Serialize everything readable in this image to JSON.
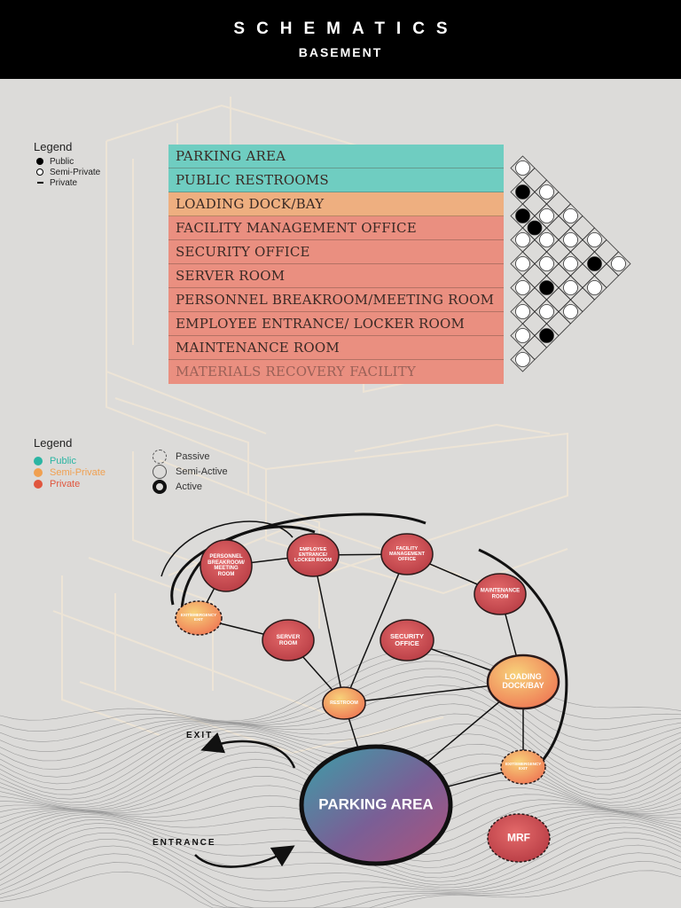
{
  "header": {
    "title": "SCHEMATICS",
    "subtitle": "BASEMENT"
  },
  "legend_privacy": {
    "title": "Legend",
    "items": [
      {
        "label": "Public",
        "symbol": "filled-dot"
      },
      {
        "label": "Semi-Private",
        "symbol": "open-dot"
      },
      {
        "label": "Private",
        "symbol": "dash"
      }
    ]
  },
  "rooms": [
    {
      "label": "PARKING AREA",
      "color": "#6fcdc1"
    },
    {
      "label": "PUBLIC RESTROOMS",
      "color": "#6fcdc1"
    },
    {
      "label": "LOADING DOCK/BAY",
      "color": "#eeaf80"
    },
    {
      "label": "FACILITY MANAGEMENT OFFICE",
      "color": "#ea8f80"
    },
    {
      "label": "SECURITY OFFICE",
      "color": "#ea8f80"
    },
    {
      "label": "SERVER ROOM",
      "color": "#ea8f80"
    },
    {
      "label": "PERSONNEL BREAKROOM/MEETING ROOM",
      "color": "#ea8f80"
    },
    {
      "label": "EMPLOYEE ENTRANCE/ LOCKER ROOM",
      "color": "#ea8f80"
    },
    {
      "label": "MAINTENANCE ROOM",
      "color": "#ea8f80"
    },
    {
      "label": "MATERIALS RECOVERY FACILITY",
      "color": "#ea8f80"
    }
  ],
  "legend_zones": {
    "title": "Legend",
    "items": [
      {
        "label": "Public",
        "color": "#2bb5a3"
      },
      {
        "label": "Semi-Private",
        "color": "#f0a050"
      },
      {
        "label": "Private",
        "color": "#e0563e"
      }
    ]
  },
  "legend_activity": {
    "items": [
      {
        "label": "Passive",
        "style": "dashed"
      },
      {
        "label": "Semi-Active",
        "style": "thin"
      },
      {
        "label": "Active",
        "style": "thick"
      }
    ]
  },
  "bubbles": [
    {
      "id": "personnel",
      "label": "PERSONNEL BREAKROOM/ MEETING ROOM",
      "kind": "private"
    },
    {
      "id": "employee",
      "label": "EMPLOYEE ENTRANCE/ LOCKER ROOM",
      "kind": "private"
    },
    {
      "id": "facility",
      "label": "FACILITY MANAGEMENT OFFICE",
      "kind": "private"
    },
    {
      "id": "maintenance",
      "label": "MAINTENANCE ROOM",
      "kind": "private"
    },
    {
      "id": "exit1",
      "label": "EXIT/EMERGENCY EXIT",
      "kind": "semi"
    },
    {
      "id": "server",
      "label": "SERVER ROOM",
      "kind": "private"
    },
    {
      "id": "security",
      "label": "SECURITY OFFICE",
      "kind": "private"
    },
    {
      "id": "loading",
      "label": "LOADING DOCK/BAY",
      "kind": "semi"
    },
    {
      "id": "restroom",
      "label": "RESTROOM",
      "kind": "semi"
    },
    {
      "id": "exit2",
      "label": "EXIT/EMERGENCY EXIT",
      "kind": "semi"
    },
    {
      "id": "parking",
      "label": "PARKING AREA",
      "kind": "public"
    },
    {
      "id": "mrf",
      "label": "MRF",
      "kind": "private"
    }
  ],
  "flow": {
    "exit": "EXIT",
    "entrance": "ENTRANCE"
  }
}
